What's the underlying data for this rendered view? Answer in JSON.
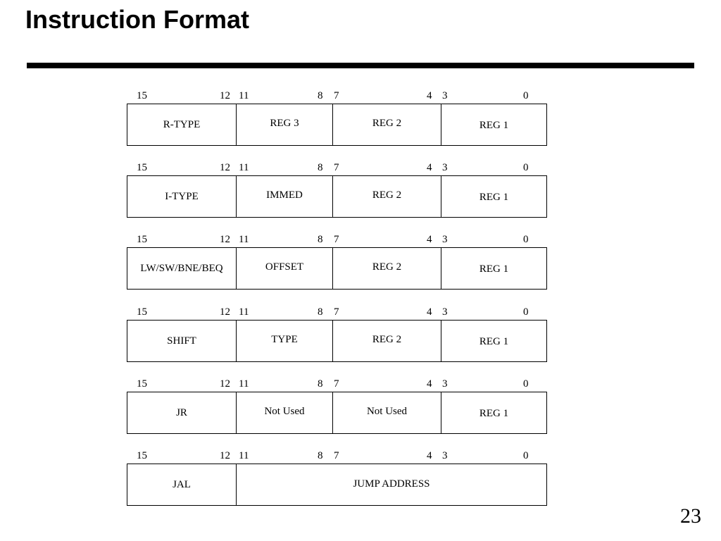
{
  "title": "Instruction Format",
  "page_number": "23",
  "bit_labels": [
    "15",
    "12",
    "11",
    "8",
    "7",
    "4",
    "3",
    "0"
  ],
  "formats": [
    {
      "fields": [
        "R-TYPE",
        "REG 3",
        "REG 2",
        "REG 1"
      ]
    },
    {
      "fields": [
        "I-TYPE",
        "IMMED",
        "REG 2",
        "REG 1"
      ]
    },
    {
      "fields": [
        "LW/SW/BNE/BEQ",
        "OFFSET",
        "REG 2",
        "REG 1"
      ]
    },
    {
      "fields": [
        "SHIFT",
        "TYPE",
        "REG 2",
        "REG 1"
      ]
    },
    {
      "fields": [
        "JR",
        "Not Used",
        "Not Used",
        "REG 1"
      ]
    },
    {
      "fields": [
        "JAL",
        "JUMP ADDRESS"
      ]
    }
  ]
}
